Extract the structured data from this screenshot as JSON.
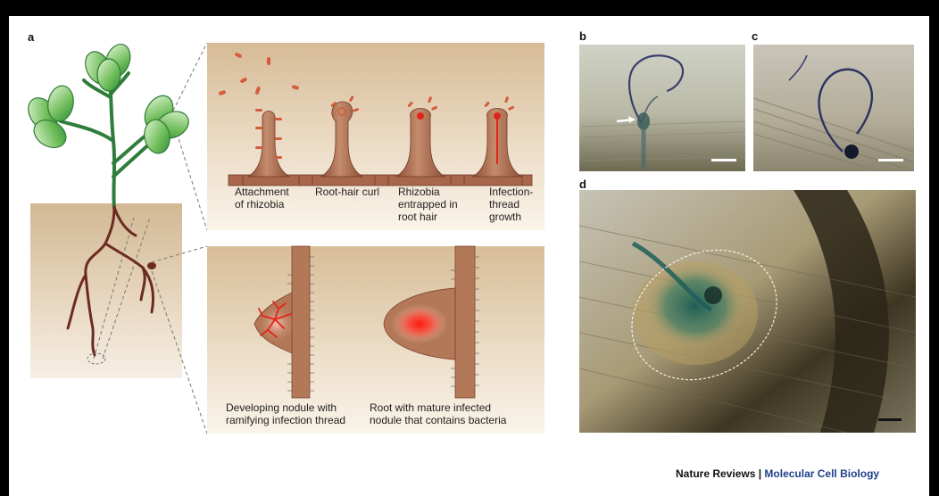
{
  "panels": {
    "a": "a",
    "b": "b",
    "c": "c",
    "d": "d"
  },
  "steps": [
    "Attachment\nof rhizobia",
    "Root-hair curl",
    "Rhizobia\nentrapped in\nroot hair",
    "Infection-\nthread\ngrowth"
  ],
  "nodules": [
    "Developing nodule with\nramifying infection thread",
    "Root with mature infected\nnodule that contains bacteria"
  ],
  "footer": {
    "journal": "Nature Reviews",
    "separator": " | ",
    "subtitle": "Molecular Cell Biology"
  },
  "colors": {
    "panel_bg_light": "#f3e7d5",
    "panel_bg_dark": "#d8bf9c",
    "root_brown": "#a8674a",
    "leaf_green": "#5fae4e",
    "stem_green": "#2f7d3b",
    "infection_red": "#e0261b",
    "stain_blue": "#2f6f6a"
  }
}
